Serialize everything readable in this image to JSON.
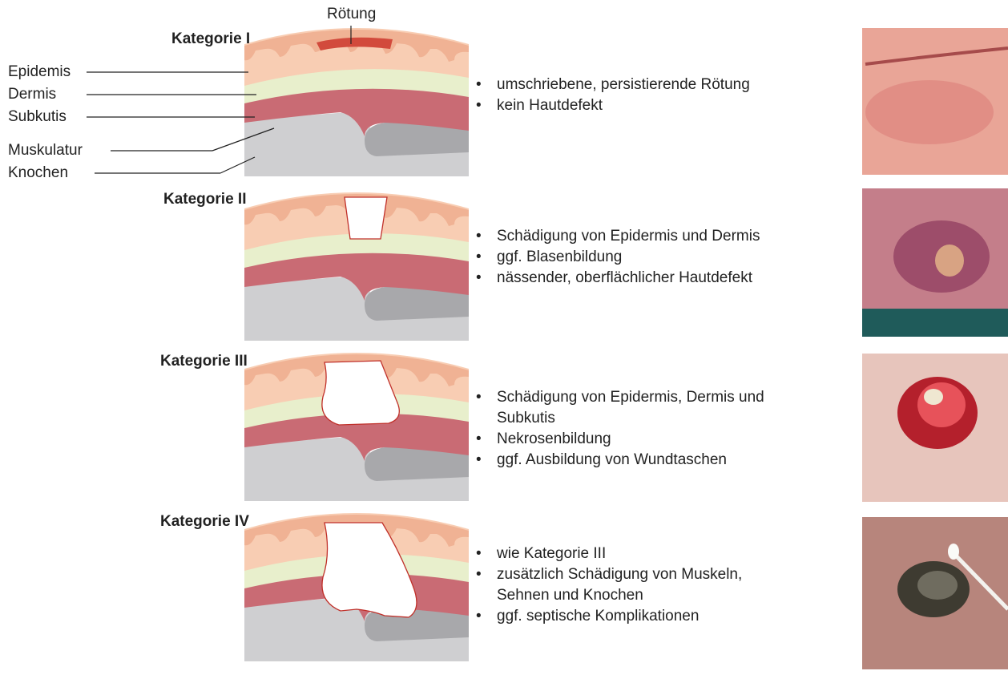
{
  "callout": {
    "label": "Rötung"
  },
  "layers": {
    "epidermis": "Epidemis",
    "dermis": "Dermis",
    "subcutis": "Subkutis",
    "muscle": "Muskulatur",
    "bone": "Knochen"
  },
  "categories": [
    {
      "title": "Kategorie I",
      "bullets": [
        "umschriebene, persistierende Rötung",
        "kein Hautdefekt"
      ]
    },
    {
      "title": "Kategorie II",
      "bullets": [
        "Schädigung von Epidermis und Dermis",
        "ggf. Blasenbildung",
        "nässender, oberflächlicher Hautdefekt"
      ]
    },
    {
      "title": "Kategorie III",
      "bullets": [
        "Schädigung von Epidermis, Dermis und Subkutis",
        "Nekrosenbildung",
        "ggf. Ausbildung von Wundtaschen"
      ]
    },
    {
      "title": "Kategorie IV",
      "bullets": [
        "wie Kategorie III",
        "zusätzlich Schädigung von Muskeln, Sehnen und Knochen",
        "ggf. septische Komplikationen"
      ]
    }
  ],
  "colors": {
    "epidermis": "#f8cdb3",
    "epidermis_dark": "#f0b294",
    "dermis": "#e8efcc",
    "muscle": "#c96b74",
    "bone": "#cfcfd1",
    "bone_dark": "#a8a8ab",
    "redness": "#d24a3c",
    "wound_outline": "#c0302a"
  }
}
